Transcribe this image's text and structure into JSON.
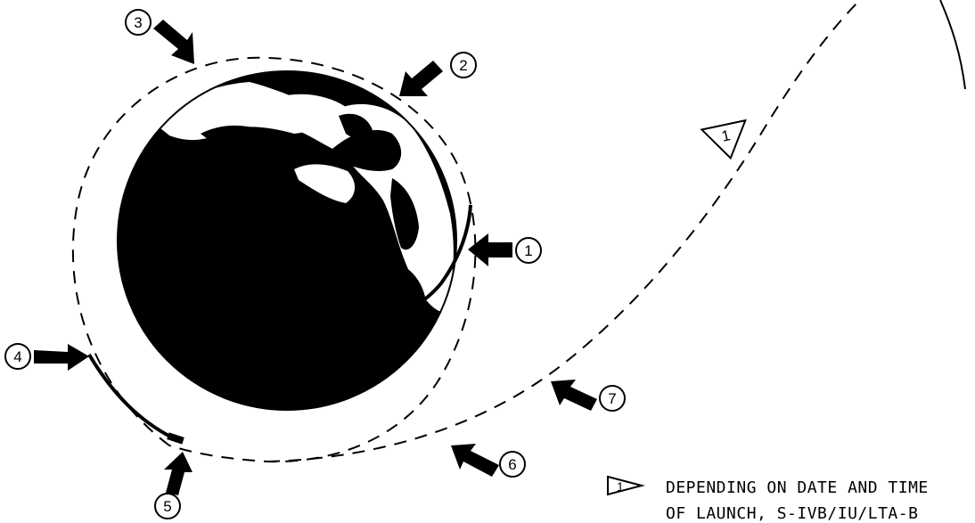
{
  "callouts": [
    {
      "id": "1",
      "label": "1"
    },
    {
      "id": "2",
      "label": "2"
    },
    {
      "id": "3",
      "label": "3"
    },
    {
      "id": "4",
      "label": "4"
    },
    {
      "id": "5",
      "label": "5"
    },
    {
      "id": "6",
      "label": "6"
    },
    {
      "id": "7",
      "label": "7"
    }
  ],
  "trajectory_marker": {
    "label": "1"
  },
  "note": {
    "marker_label": "1",
    "line1": "DEPENDING ON DATE AND TIME",
    "line2": "OF LAUNCH, S-IVB/IU/LTA-B"
  },
  "colors": {
    "ink": "#000000",
    "paper": "#ffffff"
  }
}
